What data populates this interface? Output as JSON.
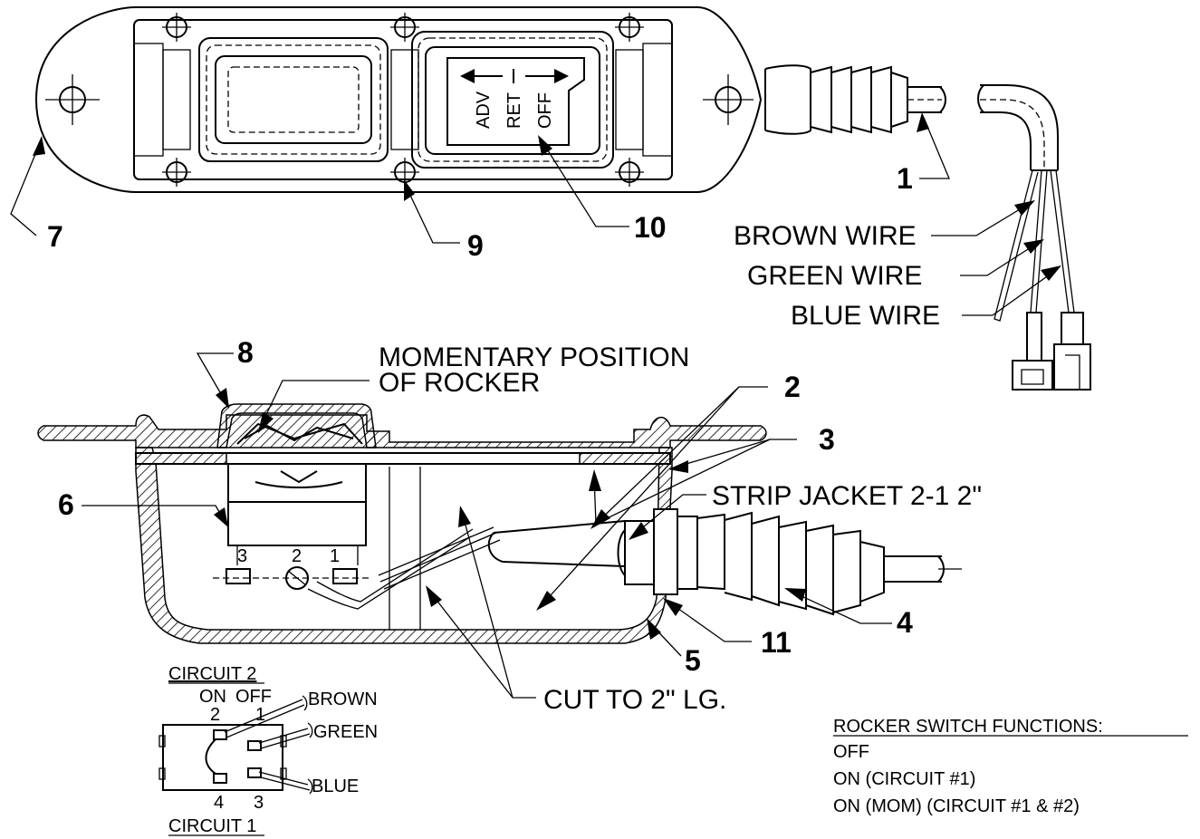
{
  "switch_legend": {
    "adv": "ADV",
    "ret": "RET",
    "off": "OFF"
  },
  "callouts": {
    "c1": "1",
    "c2": "2",
    "c3": "3",
    "c4": "4",
    "c5": "5",
    "c6": "6",
    "c7": "7",
    "c8": "8",
    "c9": "9",
    "c10": "10",
    "c11": "11"
  },
  "wire_labels": {
    "brown": "BROWN WIRE",
    "green": "GREEN WIRE",
    "blue": "BLUE WIRE"
  },
  "notes": {
    "momentary_line1": "MOMENTARY POSITION",
    "momentary_line2": "OF ROCKER",
    "strip_jacket": "STRIP JACKET 2-1 2\"",
    "cut_to": "CUT TO 2\" LG."
  },
  "schematic": {
    "circuit2": "CIRCUIT 2",
    "circuit1": "CIRCUIT 1",
    "on": "ON",
    "off": "OFF",
    "t2": "2",
    "t1": "1",
    "t4": "4",
    "t3": "3",
    "brown": "BROWN",
    "green": "GREEN",
    "blue": "BLUE"
  },
  "terminals": {
    "t3": "3",
    "t2": "2",
    "t1": "1"
  },
  "functions": {
    "title": "ROCKER SWITCH FUNCTIONS:",
    "items": [
      "OFF",
      "ON (CIRCUIT #1)",
      "ON (MOM) (CIRCUIT #1 & #2)"
    ]
  }
}
